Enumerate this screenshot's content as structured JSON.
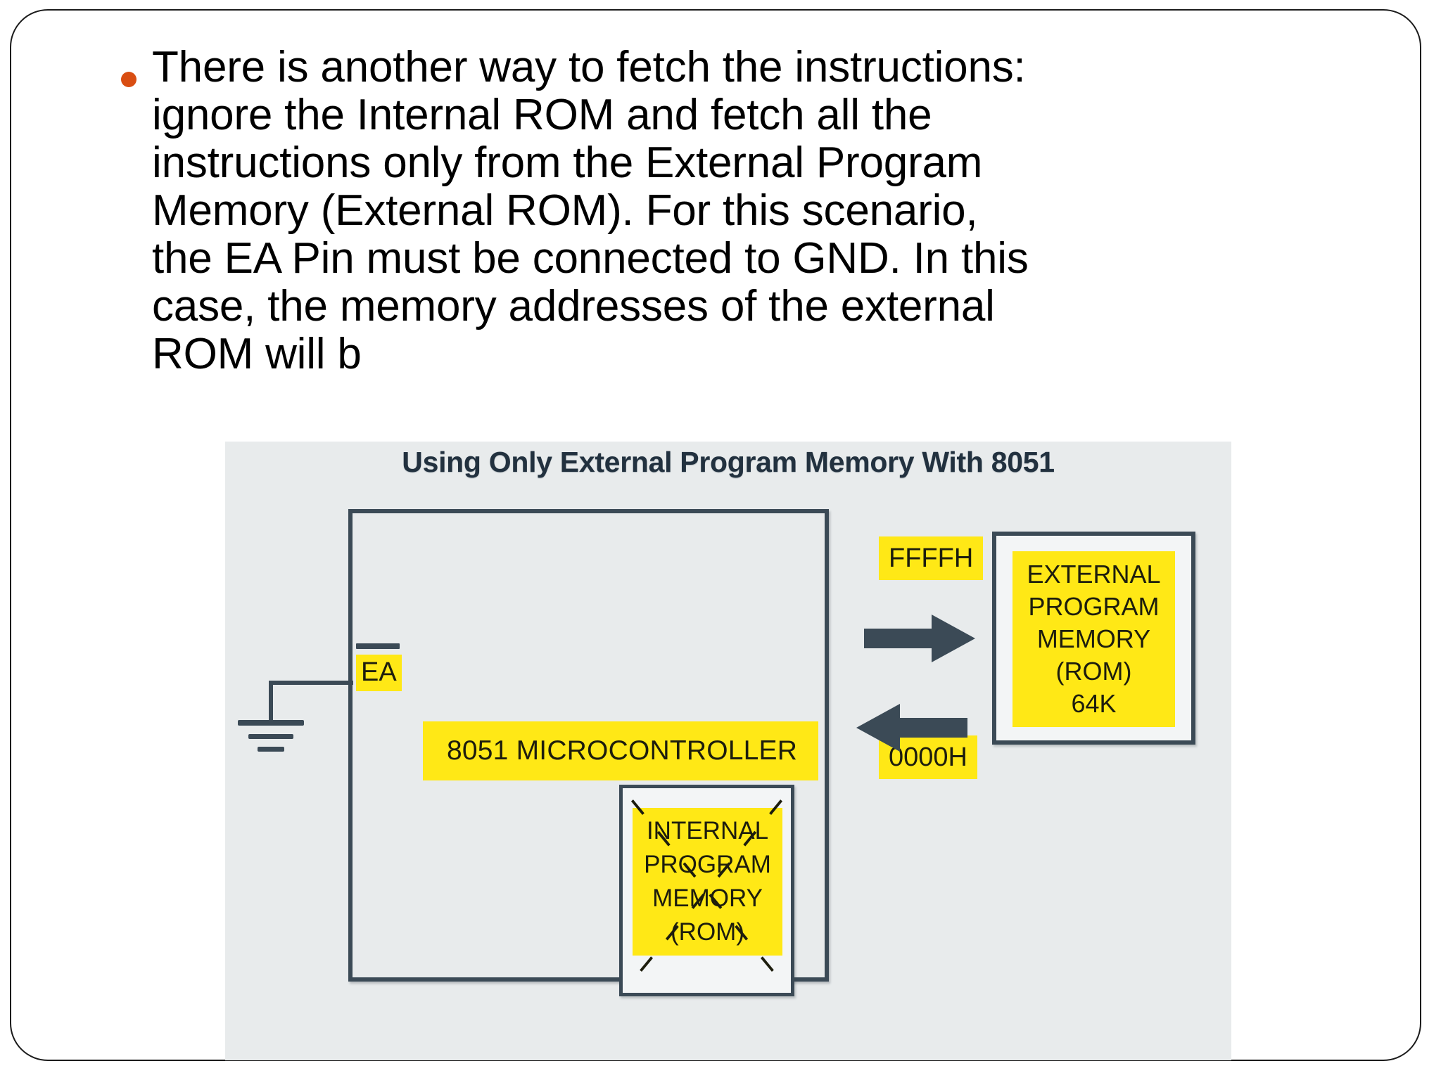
{
  "slide": {
    "bullet": {
      "marker_color": "#D94E12",
      "text": "There is another way to fetch the instructions: ignore the Internal ROM and fetch all the instructions only from the External Program Memory (External ROM). For this scenario, the EA Pin must be connected to GND. In this case, the memory addresses of the external ROM will b"
    }
  },
  "diagram": {
    "title": "Using Only External Program Memory With 8051",
    "background_color": "#e8ebec",
    "accent_highlight": "#ffe816",
    "line_color": "#3b4a56",
    "mcu": {
      "label": "8051 MICROCONTROLLER",
      "pin_label": "EA",
      "pin_active_low": true,
      "ground_symbol": "gnd"
    },
    "internal_memory": {
      "lines": [
        "INTERNAL",
        "PROGRAM",
        "MEMORY",
        "(ROM)"
      ],
      "crossed_out": true
    },
    "external_memory": {
      "lines": [
        "EXTERNAL",
        "PROGRAM",
        "MEMORY",
        "(ROM)",
        "64K"
      ]
    },
    "address_high": "FFFFH",
    "address_low": "0000H",
    "arrows": [
      "arrow-right",
      "arrow-left"
    ]
  }
}
